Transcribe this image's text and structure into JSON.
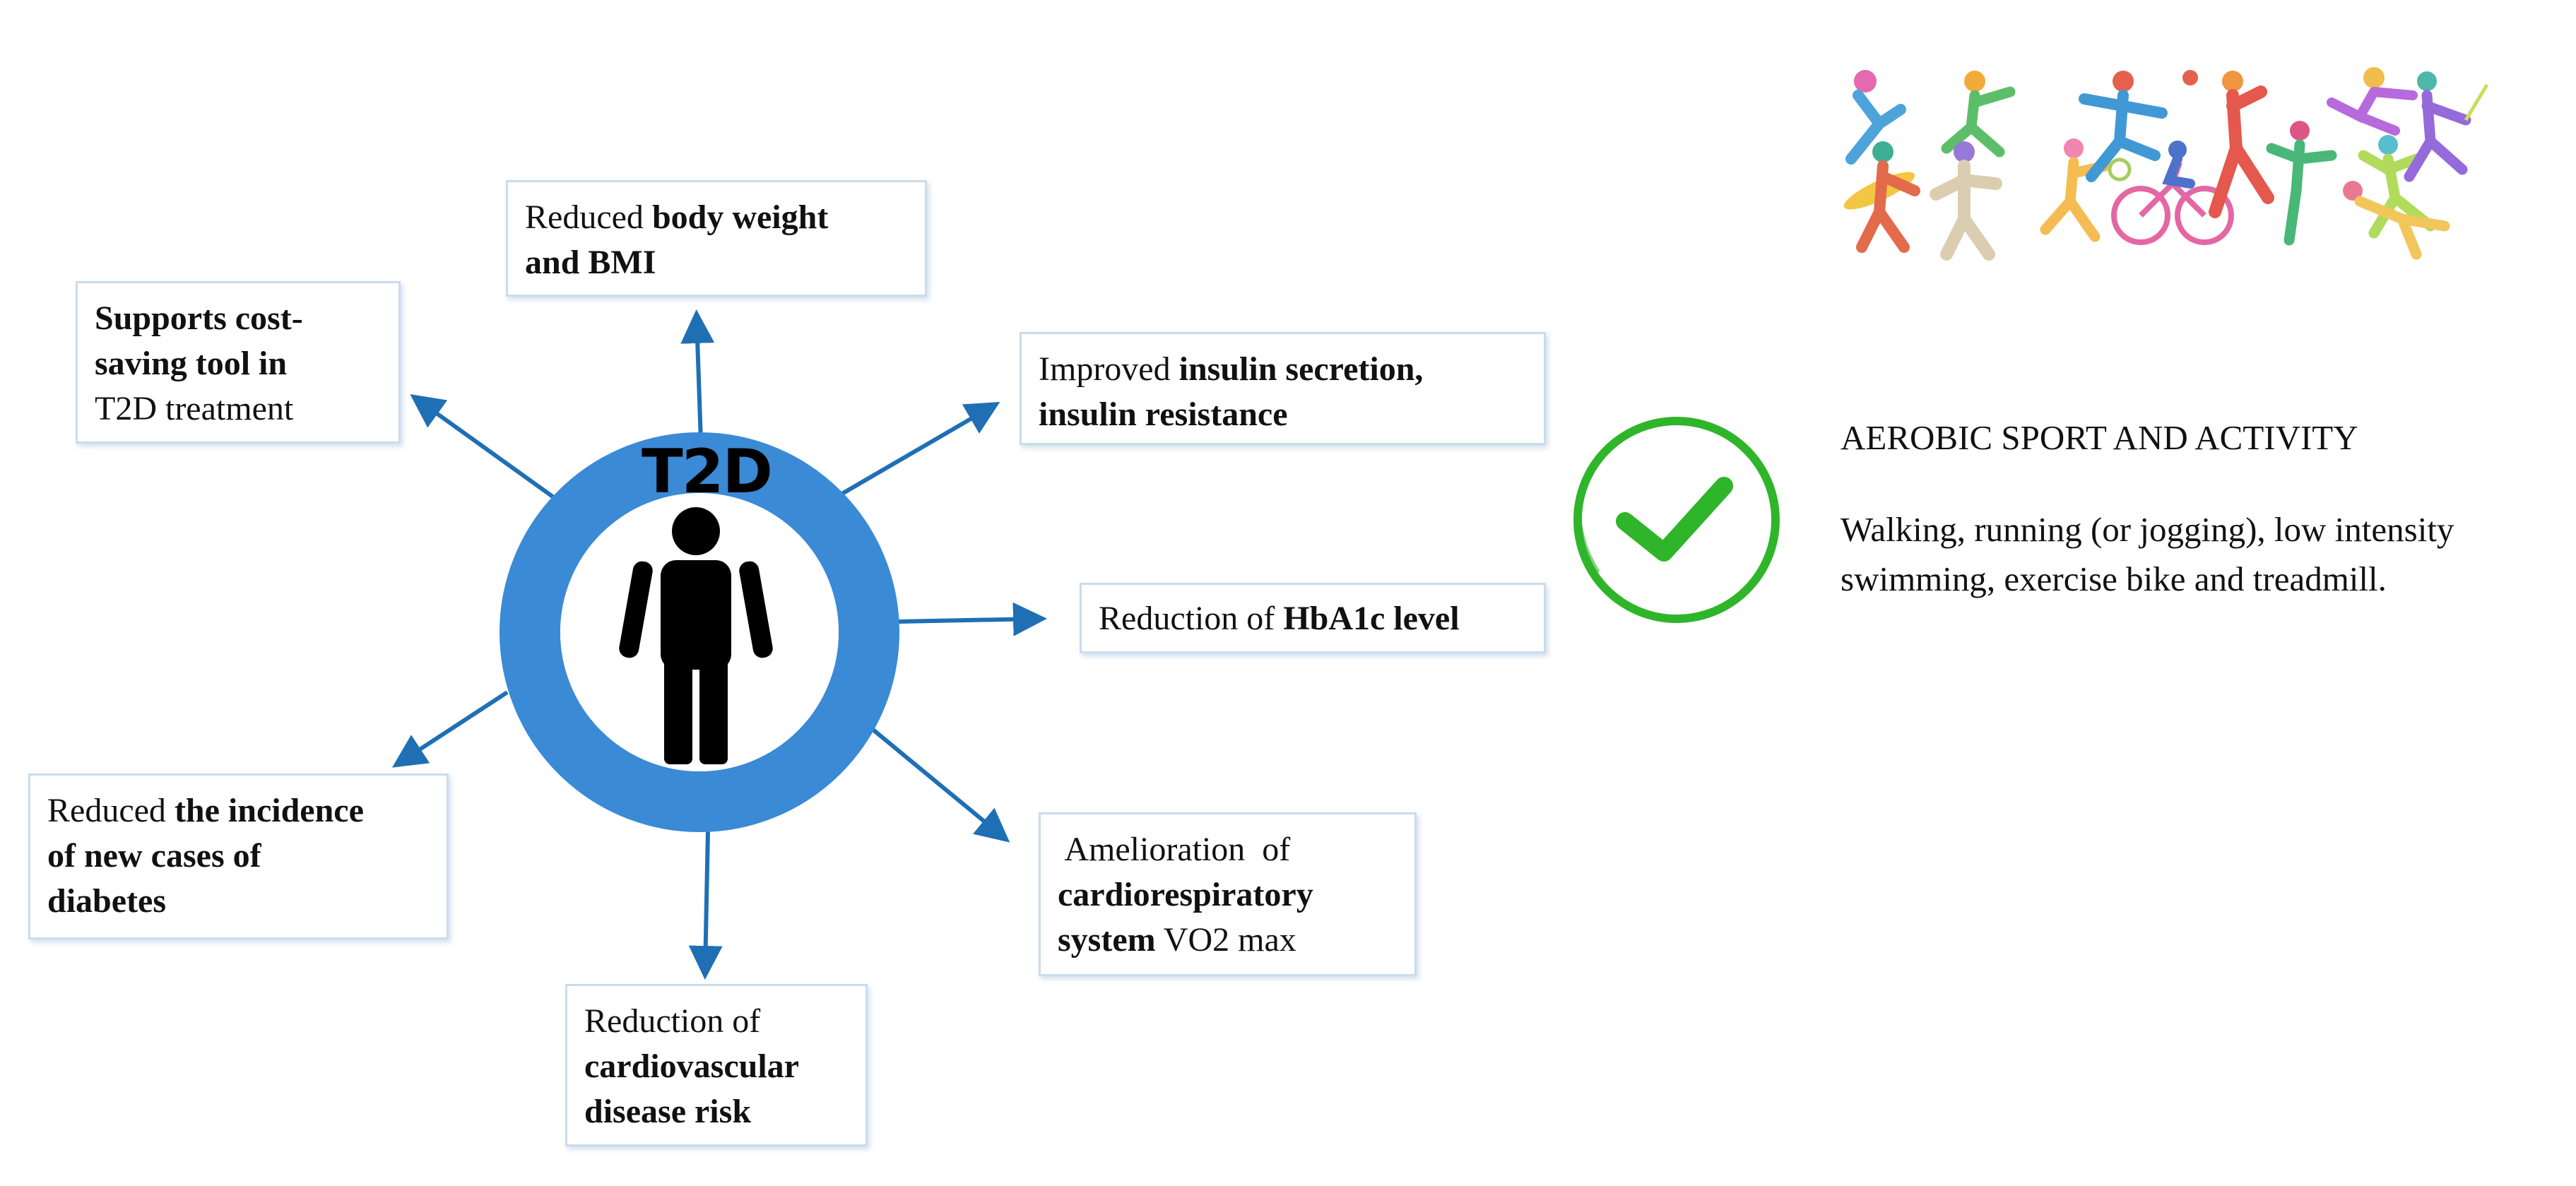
{
  "center": {
    "label": "T2D",
    "ring_color": "#3a8ad6",
    "figure": "person-icon"
  },
  "benefits": {
    "body_weight": {
      "l1": [
        "Reduced ",
        "body weight"
      ],
      "l2": [
        "",
        "and BMI"
      ]
    },
    "cost_saving": {
      "l1": [
        "",
        "Supports cost-"
      ],
      "l2": [
        "",
        "saving tool in"
      ],
      "l3": [
        "T2D treatment",
        ""
      ]
    },
    "insulin": {
      "l1": [
        "Improved ",
        "insulin secretion,"
      ],
      "l2": [
        "",
        "insulin resistance"
      ]
    },
    "hba1c": {
      "l1": [
        "Reduction of ",
        "HbA1c level"
      ]
    },
    "vo2": {
      "l1": [
        " Amelioration  of",
        ""
      ],
      "l2": [
        "",
        "cardiorespiratory"
      ],
      "l3": [
        "system",
        " VO2 max"
      ]
    },
    "incidence": {
      "l1": [
        "Reduced ",
        "the incidence"
      ],
      "l2": [
        "",
        "of new cases of"
      ],
      "l3": [
        "",
        "diabetes"
      ]
    },
    "cardio": {
      "l1": [
        "Reduction of",
        ""
      ],
      "l2": [
        "",
        "cardiovascular"
      ],
      "l3": [
        "",
        "disease risk"
      ]
    }
  },
  "aerobic": {
    "title": "AEROBIC SPORT AND ACTIVITY",
    "line1": "Walking, running (or jogging), low intensity",
    "line2": "swimming, exercise bike and treadmill."
  },
  "colors": {
    "arrow": "#1f6fb5",
    "check": "#2fb52a",
    "box_border": "#c9dced"
  },
  "icons": [
    "person-icon",
    "check-circle-icon",
    "sports-illustration"
  ]
}
